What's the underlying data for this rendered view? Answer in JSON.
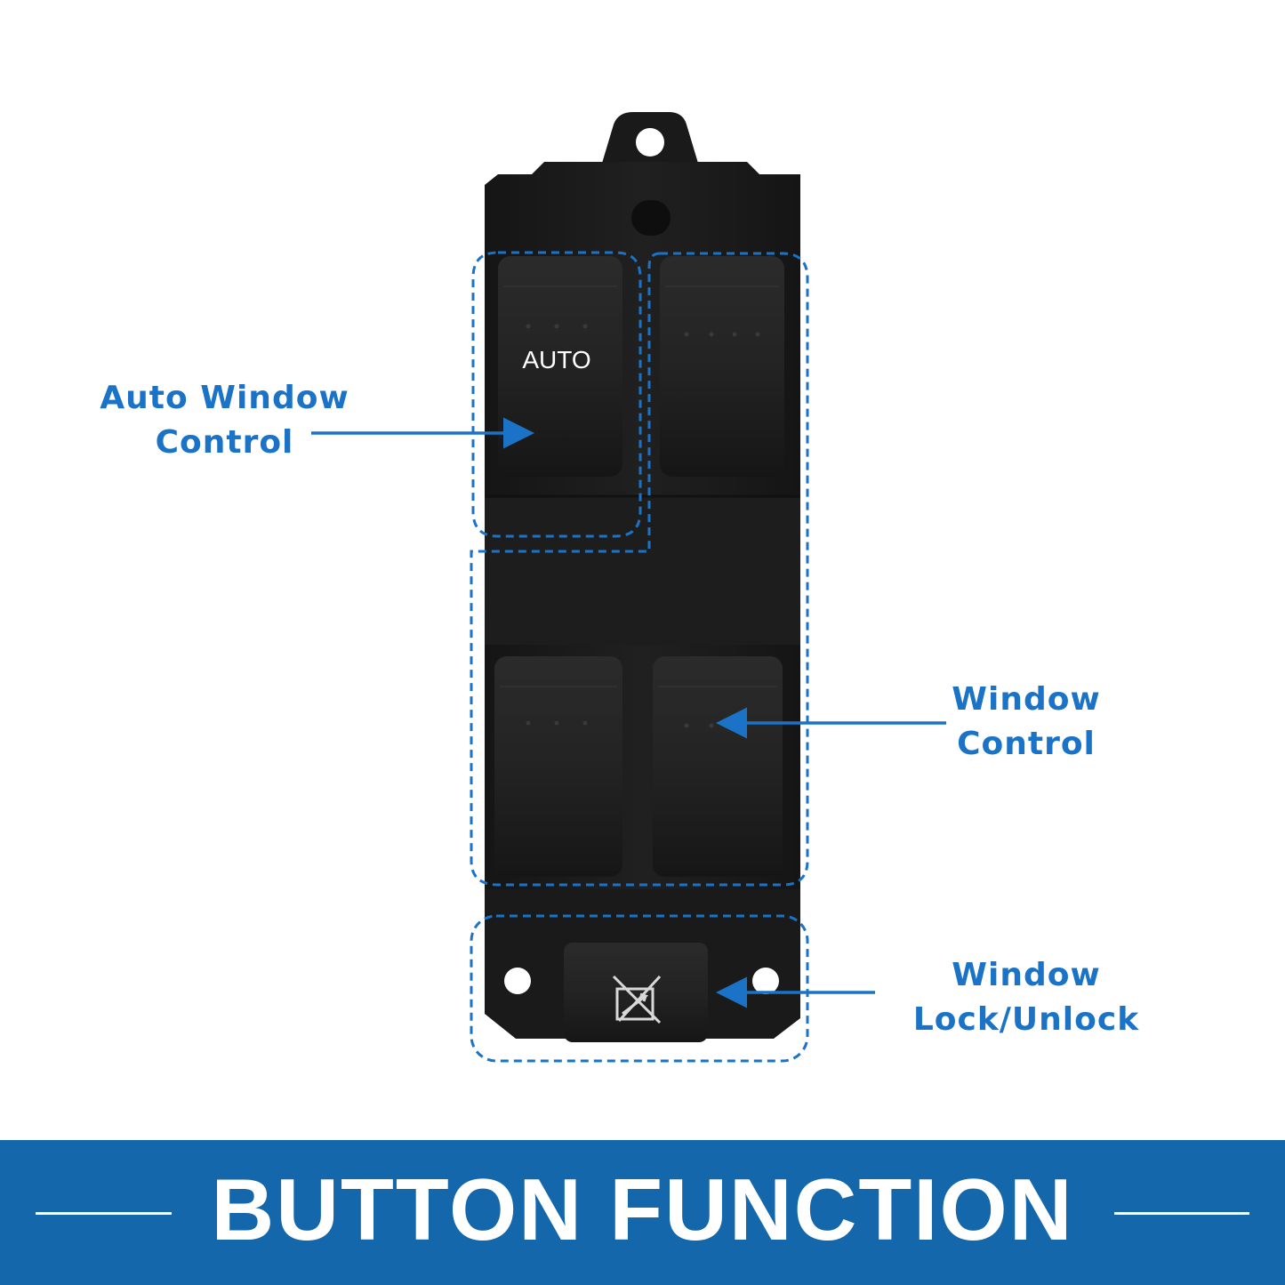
{
  "callouts": {
    "auto_window_control": [
      "Auto Window",
      "Control"
    ],
    "window_control": [
      "Window",
      "Control"
    ],
    "window_lock": [
      "Window",
      "Lock/Unlock"
    ]
  },
  "switch": {
    "auto_label": "AUTO",
    "lock_icon": "window-lock-icon"
  },
  "banner": {
    "title": "BUTTON FUNCTION"
  },
  "colors": {
    "accent": "#1a73c6",
    "banner": "#1467ab",
    "switch_body": "#1c1c1c",
    "button": "#232323"
  }
}
